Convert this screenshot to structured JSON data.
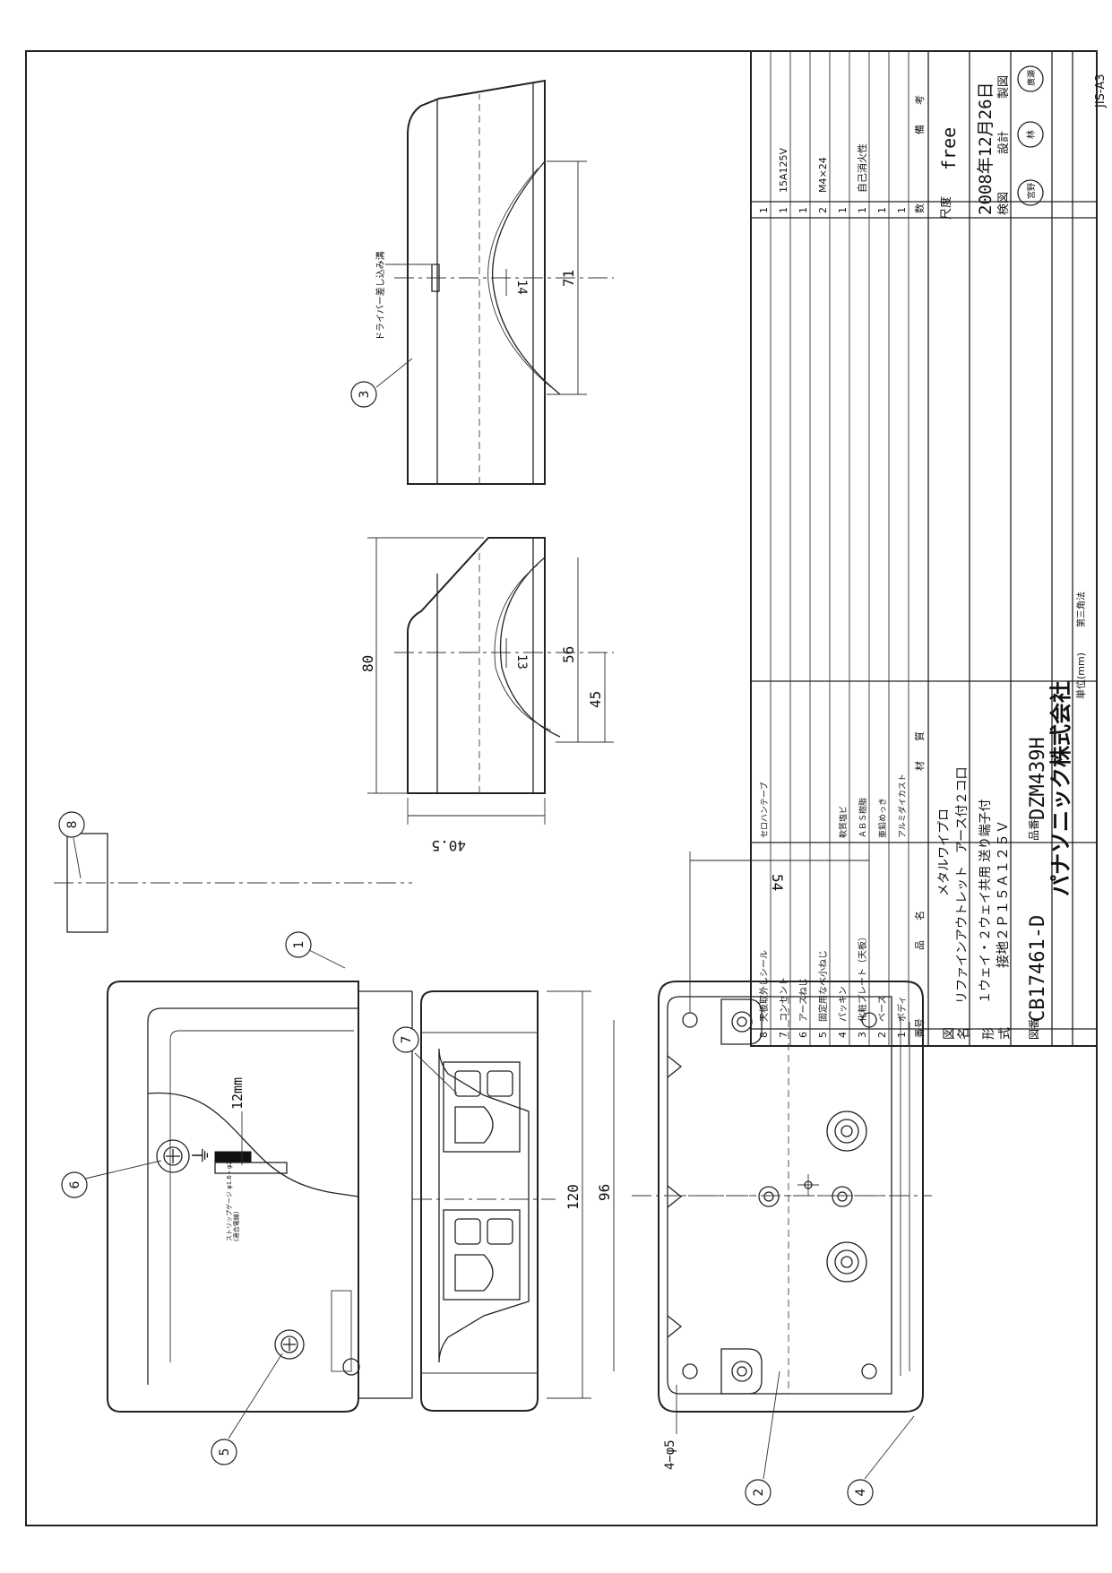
{
  "drawing": {
    "balloons": [
      "1",
      "2",
      "3",
      "4",
      "5",
      "6",
      "7",
      "8"
    ],
    "dims": {
      "d120": "120",
      "d96": "96",
      "d54": "54",
      "d80": "80",
      "d56": "56",
      "d45": "45",
      "d13": "13",
      "d40_5": "40.5",
      "d71": "71",
      "d14": "14",
      "hole": "4−φ5"
    },
    "notes": {
      "wire_strip": "12mm",
      "wire_spec": "ストリップゲージ φ1.6・φ2",
      "wire_spec2": "(適合電線)",
      "driver_slot": "ドライバー差し込み溝",
      "ground_mark": "⏚"
    }
  },
  "parts_list": {
    "header": {
      "no": "番号",
      "name": "品　　名",
      "material": "材　　質",
      "qty": "数",
      "remark": "備　　考"
    },
    "rows": [
      {
        "no": "8",
        "name": "天板取外しシール",
        "material": "セロハンテープ",
        "qty": "1",
        "remark": ""
      },
      {
        "no": "7",
        "name": "コンセント",
        "material": "",
        "qty": "1",
        "remark": "15A125V"
      },
      {
        "no": "6",
        "name": "アースねじ",
        "material": "",
        "qty": "1",
        "remark": ""
      },
      {
        "no": "5",
        "name": "固定用なべ小ねじ",
        "material": "",
        "qty": "2",
        "remark": "M4×24"
      },
      {
        "no": "4",
        "name": "パッキン",
        "material": "軟質塩ビ",
        "qty": "1",
        "remark": ""
      },
      {
        "no": "3",
        "name": "化粧プレート（天板）",
        "material": "ＡＢＳ樹脂",
        "qty": "1",
        "remark": "自己消火性"
      },
      {
        "no": "2",
        "name": "ベース",
        "material": "亜鉛めっき",
        "qty": "1",
        "remark": ""
      },
      {
        "no": "1",
        "name": "ボディ",
        "material": "アルミダイカスト",
        "qty": "1",
        "remark": ""
      }
    ]
  },
  "title_block": {
    "label_zu": "図",
    "label_mei": "名",
    "label_kata": "形",
    "label_shiki": "式",
    "label_zuban": "図番",
    "label_hinban": "品番",
    "name_line1": "メタルワイプロ",
    "name_line2": "リファインアウトレット　アース付２コ口",
    "model_line1": "１ウェイ・２ウェイ共用 送り端子付",
    "model_line2": "接地２Ｐ１５Ａ１２５Ｖ",
    "drawing_no": "CB17461-D",
    "part_no": "DZM439H",
    "scale_label": "尺度",
    "scale_value": "free",
    "date": "2008年12月26日",
    "check_label": "検図",
    "design_label": "設計",
    "draw_label": "製図",
    "stamp_check": "宮野",
    "stamp_design": "林",
    "stamp_draw": "廣瀬",
    "company": "パナソニック株式会社",
    "unit": "単位(mm)",
    "projection": "第三角法",
    "paper": "JIS-A3"
  }
}
